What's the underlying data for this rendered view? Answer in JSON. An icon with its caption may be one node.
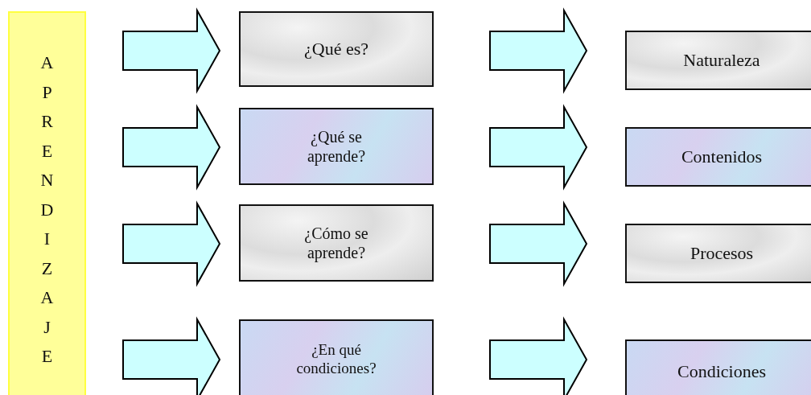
{
  "diagram": {
    "nodes": [
      {
        "text": [
          "APRENDIZAJE"
        ]
      },
      {
        "text": [
          "¿Qué es?"
        ]
      },
      {
        "text": [
          "Naturaleza"
        ]
      },
      {
        "text": [
          "¿Qué se aprende?"
        ]
      },
      {
        "text": [
          "Contenidos"
        ]
      },
      {
        "text": [
          "¿Cómo se aprende?"
        ]
      },
      {
        "text": [
          "Procesos"
        ]
      },
      {
        "text": [
          "¿En qué condiciones?"
        ]
      },
      {
        "text": [
          "Condiciones"
        ]
      }
    ],
    "edges": [
      {
        "from": 0,
        "to": 1,
        "arrow": "to"
      },
      {
        "from": 1,
        "to": 2,
        "arrow": "to"
      },
      {
        "from": 0,
        "to": 3,
        "arrow": "to"
      },
      {
        "from": 3,
        "to": 4,
        "arrow": "to"
      },
      {
        "from": 0,
        "to": 5,
        "arrow": "to"
      },
      {
        "from": 5,
        "to": 6,
        "arrow": "to"
      },
      {
        "from": 0,
        "to": 7,
        "arrow": "to"
      },
      {
        "from": 7,
        "to": 8,
        "arrow": "to"
      }
    ]
  }
}
